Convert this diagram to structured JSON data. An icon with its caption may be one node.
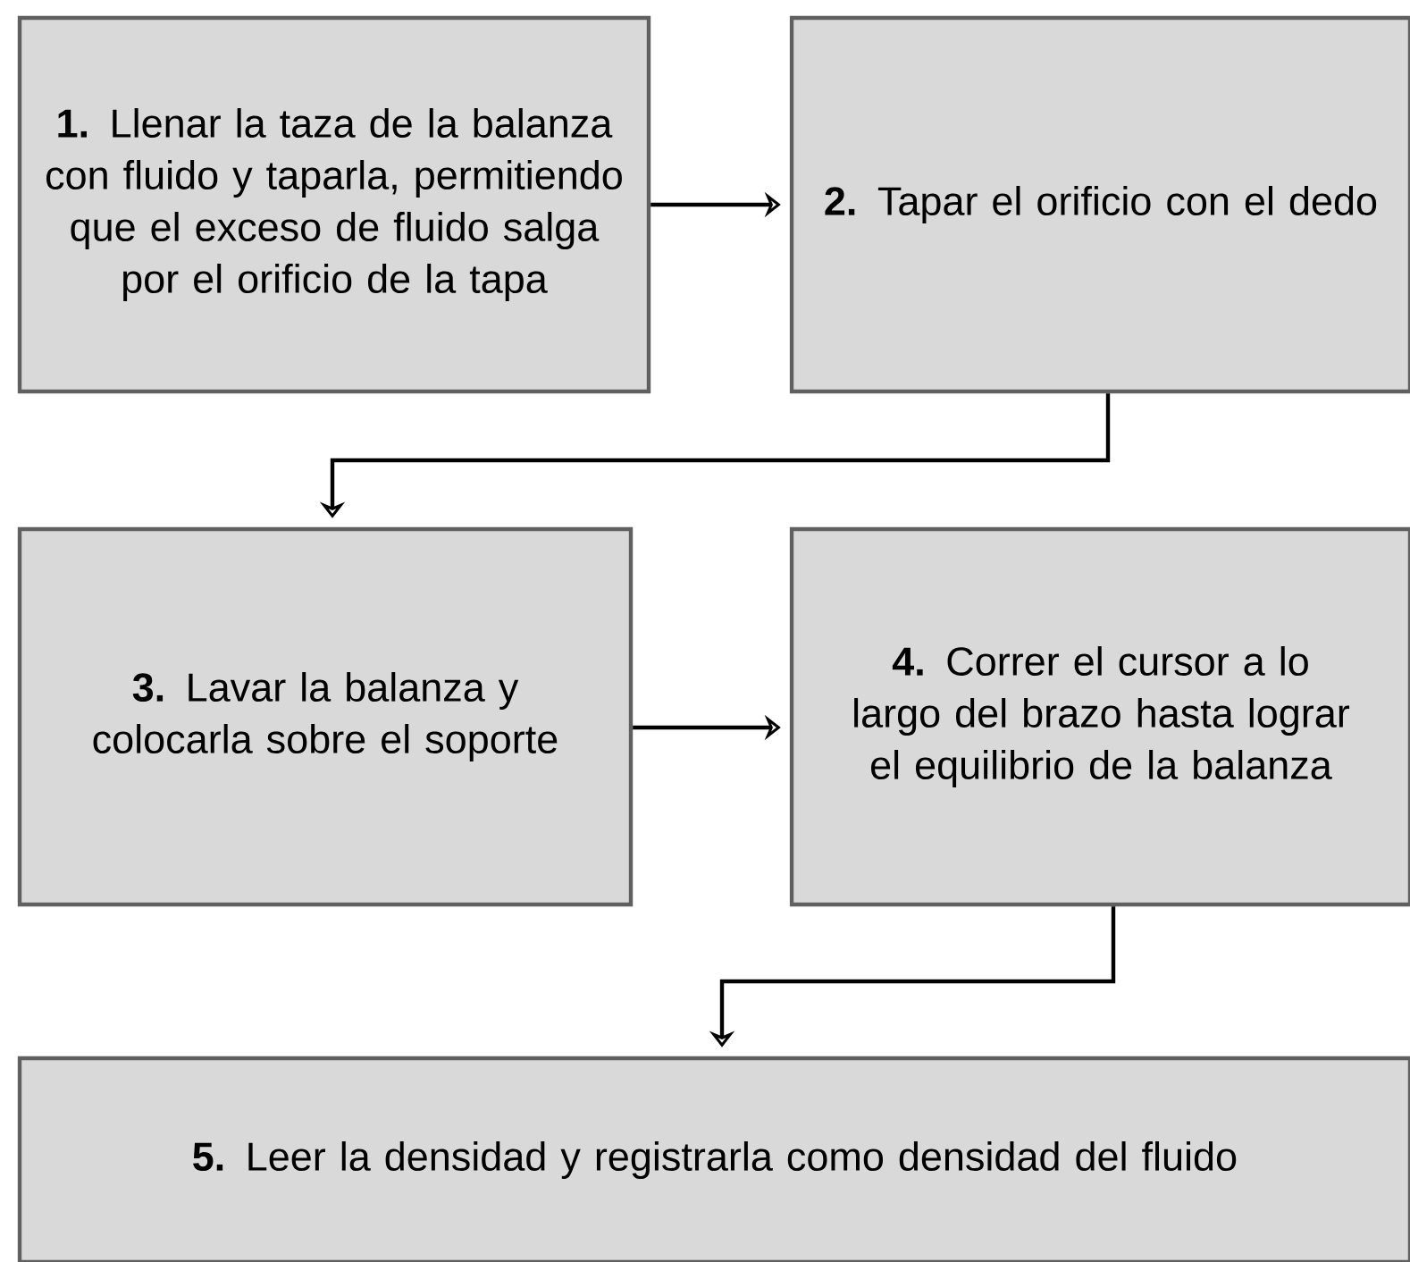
{
  "diagram": {
    "nodes": [
      {
        "text": [
          "**1.** Llenar la taza de la balanza con fluido y taparla, permitiendo que el exceso de fluido salga por el orificio de la tapa"
        ]
      },
      {
        "text": [
          "**2.** Tapar el orificio con el dedo"
        ]
      },
      {
        "text": [
          "**3.** Lavar la balanza y colocarla sobre el soporte"
        ]
      },
      {
        "text": [
          "**4.** Correr el cursor a lo largo del brazo hasta lograr el equilibrio de la balanza"
        ]
      },
      {
        "text": [
          "**5.** Leer la densidad y registrarla como densidad del fluido"
        ]
      }
    ],
    "edges": [
      {
        "from": 0,
        "to": 1,
        "arrow": "to"
      },
      {
        "from": 1,
        "to": 2,
        "arrow": "to"
      },
      {
        "from": 2,
        "to": 3,
        "arrow": "to"
      },
      {
        "from": 3,
        "to": 4,
        "arrow": "to"
      }
    ]
  }
}
